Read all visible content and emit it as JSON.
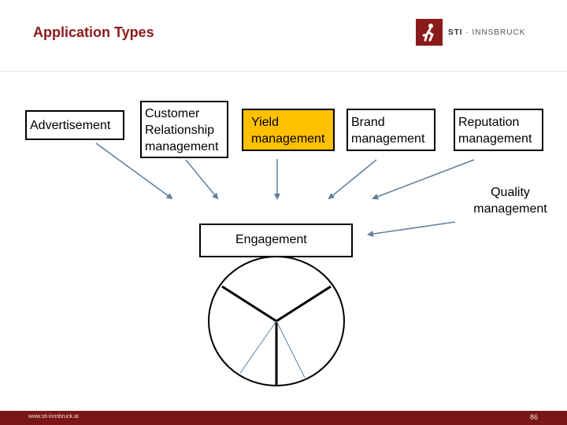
{
  "header": {
    "title": "Application Types",
    "logo_icon": "running-figure-icon",
    "logo_brand": "STI",
    "logo_sep": " · ",
    "logo_city": "INNSBRUCK"
  },
  "nodes": {
    "advertisement": "Advertisement",
    "crm": [
      "Customer",
      "Relationship",
      "management"
    ],
    "yield": [
      "Yield",
      "management"
    ],
    "brand": [
      "Brand",
      "management"
    ],
    "reputation": [
      "Reputation",
      "management"
    ],
    "quality": [
      "Quality",
      "management"
    ],
    "engagement": "Engagement"
  },
  "footer": {
    "url": "www.sti-innsbruck.at",
    "page": "86"
  },
  "colors": {
    "accent": "#8b1a1a",
    "arrow": "#5f7f9f",
    "highlight": "#ffc000"
  }
}
